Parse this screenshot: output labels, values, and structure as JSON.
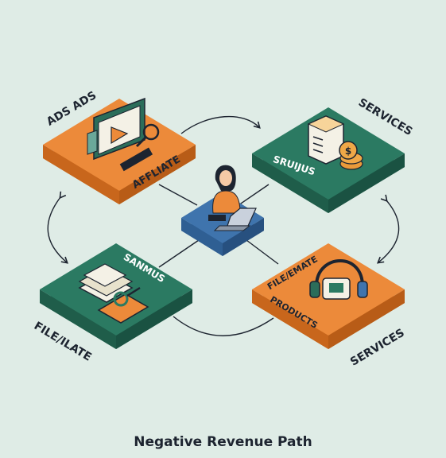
{
  "caption": "Negative Revenue Path",
  "colors": {
    "background": "#dfece6",
    "orange": "#ec8a3a",
    "green": "#2b7a62",
    "blue": "#3f74ad",
    "ink": "#1d2430"
  },
  "nodes": {
    "top_left": {
      "outer_label": "ADS ADS",
      "tile_label": "AFFLIATE",
      "icon": "video-monitor-icon"
    },
    "top_right": {
      "outer_label": "SERVICES",
      "tile_label": "SRUIJUS",
      "icon": "server-coins-icon"
    },
    "bottom_left": {
      "outer_label": "FILE/ILATE",
      "tile_label": "SANMUS",
      "icon": "books-icon"
    },
    "bottom_right": {
      "outer_label": "SERVICES",
      "tile_label_1": "FILE/EMATE",
      "tile_label_2": "PRODUCTS",
      "icon": "headphones-icon"
    },
    "center": {
      "icon": "person-laptop-icon"
    }
  }
}
